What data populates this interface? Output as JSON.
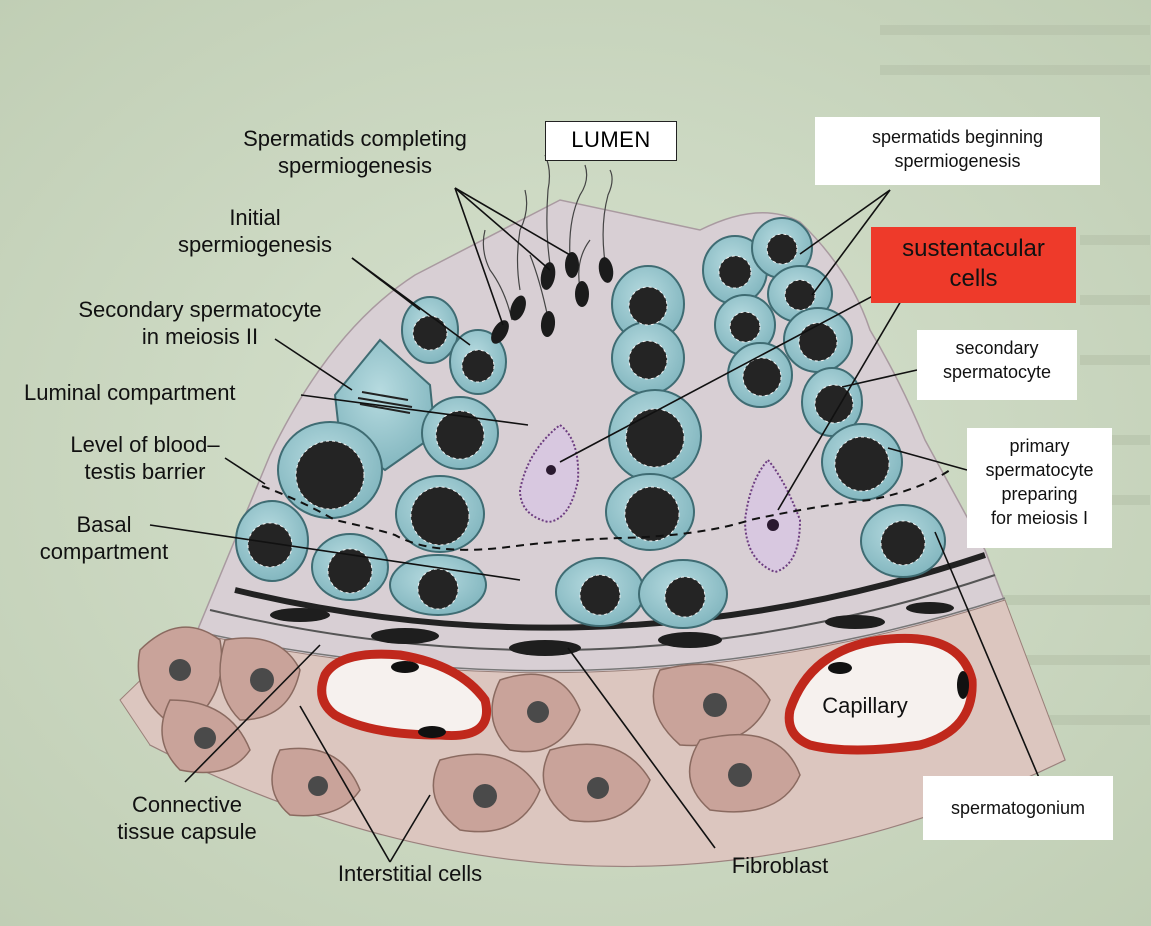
{
  "labels": {
    "lumen": "LUMEN",
    "spermatids_completing_1": "Spermatids completing",
    "spermatids_completing_2": "spermiogenesis",
    "initial_1": "Initial",
    "initial_2": "spermiogenesis",
    "secondary_meiosis_1": "Secondary spermatocyte",
    "secondary_meiosis_2": "in meiosis II",
    "luminal": "Luminal compartment",
    "barrier_1": "Level of blood–",
    "barrier_2": "testis barrier",
    "basal_1": "Basal",
    "basal_2": "compartment",
    "connective_1": "Connective",
    "connective_2": "tissue capsule",
    "interstitial": "Interstitial cells",
    "fibroblast": "Fibroblast",
    "capillary": "Capillary"
  },
  "boxes": {
    "spermatids_beginning_1": "spermatids beginning",
    "spermatids_beginning_2": "spermiogenesis",
    "sustentacular_1": "sustentacular",
    "sustentacular_2": "cells",
    "secondary_1": "secondary",
    "secondary_2": "spermatocyte",
    "primary_1": "primary",
    "primary_2": "spermatocyte",
    "primary_3": "preparing",
    "primary_4": "for meiosis I",
    "spermatogonium": "spermatogonium"
  },
  "colors": {
    "page": "#cfdcc6",
    "tissue": "#d9cfd3",
    "cell": "#8fc3cc",
    "nucleus": "#242424",
    "capsule": "#c8a89d",
    "interstitial_cell": "#c9a39a",
    "capillary_wall": "#c0281c",
    "highlight": "#ee3a2a"
  }
}
